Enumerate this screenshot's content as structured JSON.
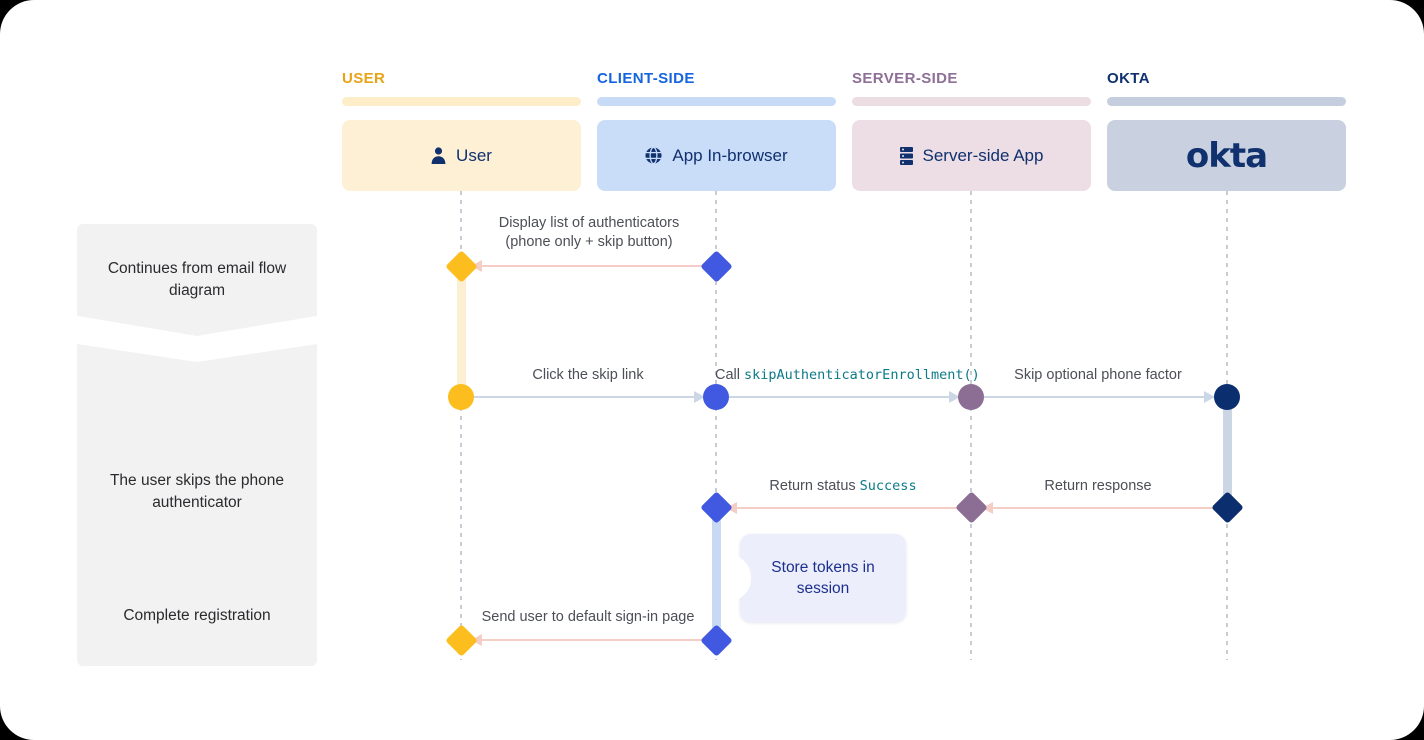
{
  "diagram": {
    "title": "Okta phone-authenticator skip sequence diagram",
    "phases": [
      {
        "label": "Continues from email flow diagram"
      },
      {
        "label": "The user skips the phone authenticator"
      },
      {
        "label": "Complete registration"
      }
    ],
    "columns": [
      {
        "header": "USER",
        "header_color": "#e8a317",
        "strip_color": "#fdeec9",
        "actor_label": "User",
        "actor_bg": "#fdf0d5",
        "icon": "person-icon"
      },
      {
        "header": "CLIENT-SIDE",
        "header_color": "#1565e0",
        "strip_color": "#c7dbf7",
        "actor_label": "App In-browser",
        "actor_bg": "#c9ddf9",
        "icon": "globe-icon"
      },
      {
        "header": "SERVER-SIDE",
        "header_color": "#8e6f96",
        "strip_color": "#ecdde3",
        "actor_label": "Server-side App",
        "actor_bg": "#ecdee4",
        "icon": "server-icon"
      },
      {
        "header": "OKTA",
        "header_color": "#10306e",
        "strip_color": "#c5cede",
        "actor_label": "okta",
        "actor_bg": "#c9d1e1",
        "icon": "okta-logo"
      }
    ],
    "messages": [
      {
        "name": "display-authenticators",
        "text_line1": "Display list of authenticators",
        "text_line2": "(phone only + skip button)",
        "direction": "left",
        "from": "CLIENT-SIDE",
        "to": "USER",
        "color": "#f3cdc6"
      },
      {
        "name": "click-skip-link",
        "text_line1": "Click the skip link",
        "text_line2": "",
        "direction": "right",
        "from": "USER",
        "to": "CLIENT-SIDE",
        "color": "#ccd7e6"
      },
      {
        "name": "call-skip-authenticator-enrollment",
        "text_line1": "Call ",
        "code": "skipAuthenticatorEnrollment()",
        "text_line2": "",
        "direction": "right",
        "from": "CLIENT-SIDE",
        "to": "SERVER-SIDE",
        "color": "#ccd7e6"
      },
      {
        "name": "skip-optional-phone-factor",
        "text_line1": "Skip optional phone factor",
        "text_line2": "",
        "direction": "right",
        "from": "SERVER-SIDE",
        "to": "OKTA",
        "color": "#ccd7e6"
      },
      {
        "name": "return-status-success",
        "text_line1": "Return status ",
        "code": "Success",
        "text_line2": "",
        "direction": "left",
        "from": "SERVER-SIDE",
        "to": "CLIENT-SIDE",
        "color": "#f3cdc6"
      },
      {
        "name": "return-response",
        "text_line1": "Return response",
        "text_line2": "",
        "direction": "left",
        "from": "OKTA",
        "to": "SERVER-SIDE",
        "color": "#f3cdc6"
      },
      {
        "name": "send-user-to-signin",
        "text_line1": "Send user to default sign-in page",
        "text_line2": "",
        "direction": "left",
        "from": "CLIENT-SIDE",
        "to": "USER",
        "color": "#f3cdc6"
      }
    ],
    "note": {
      "label_line1": "Store tokens in",
      "label_line2": "session",
      "on": "CLIENT-SIDE",
      "bg": "#eceefb",
      "text_color": "#1b2f8f"
    },
    "palette": {
      "user_node": "#fbbe1e",
      "client_node": "#4159e0",
      "server_node": "#8c6d94",
      "okta_node": "#0a2e6e",
      "user_activation": "#fdf0d2",
      "client_activation": "#c7d9f5",
      "okta_activation": "#ccd5e4",
      "lifeline": "#c9ccd4",
      "card_bg": "#ffffff"
    }
  }
}
